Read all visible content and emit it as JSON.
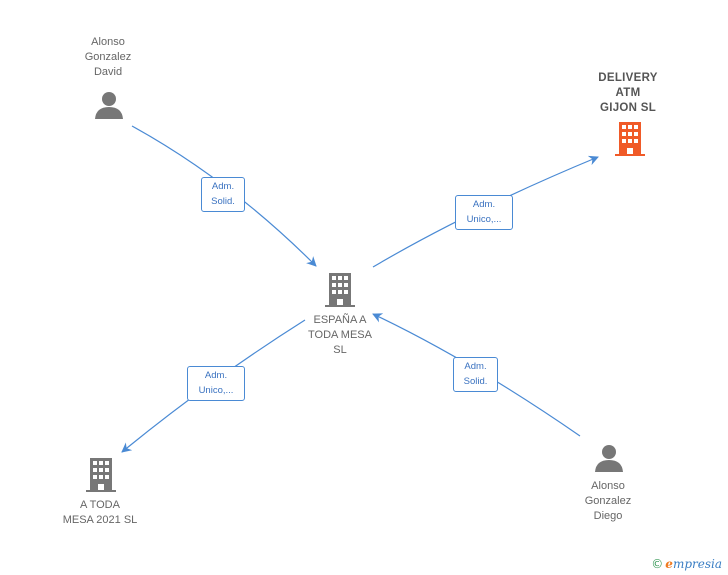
{
  "nodes": {
    "alonso_david": {
      "label": "Alonso\nGonzalez\nDavid",
      "type": "person"
    },
    "delivery_atm": {
      "label": "DELIVERY\nATM\nGIJON  SL",
      "type": "company-highlight"
    },
    "espana_a_toda_mesa": {
      "label": "ESPAÑA A\nTODA MESA\nSL",
      "type": "company"
    },
    "a_toda_mesa_2021": {
      "label": "A TODA\nMESA 2021  SL",
      "type": "company"
    },
    "alonso_diego": {
      "label": "Alonso\nGonzalez\nDiego",
      "type": "person"
    }
  },
  "edges": {
    "david_to_espana": "Adm.\nSolid.",
    "espana_to_delivery": "Adm.\nUnico,...",
    "espana_to_toda2021": "Adm.\nUnico,...",
    "diego_to_espana": "Adm.\nSolid."
  },
  "colors": {
    "edge": "#4a8ad4",
    "person_icon": "#777777",
    "company_icon": "#777777",
    "company_highlight_icon": "#f05a28"
  },
  "footer": {
    "copyright": "©",
    "brand_e": "e",
    "brand_rest": "mpresia"
  }
}
